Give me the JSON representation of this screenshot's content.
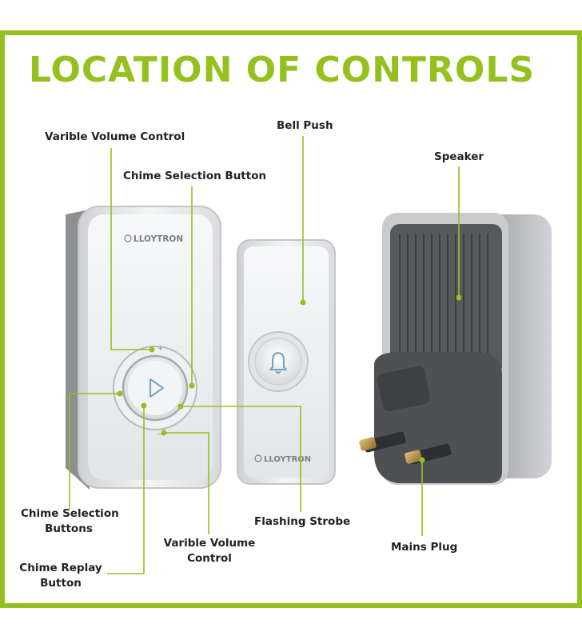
{
  "title": "LOCATION OF CONTROLS",
  "colors": {
    "accent": "#95c11f",
    "unit_body": "#e9eaec",
    "speaker_grille": "#5a5b5e",
    "plug_pins": "#b08d3c"
  },
  "brand": {
    "chime_logo": "LLOYTRON",
    "push_logo": "LLOYTRON"
  },
  "icons": {
    "replay": "play-triangle-icon",
    "bell": "bell-icon"
  },
  "labels": {
    "volume_top": "Varible Volume Control",
    "chime_selection_button": "Chime Selection Button",
    "bell_push": "Bell Push",
    "speaker": "Speaker",
    "chime_selection_buttons_line1": "Chime Selection",
    "chime_selection_buttons_line2": "Buttons",
    "flashing_strobe": "Flashing Strobe",
    "volume_bottom_line1": "Varible Volume",
    "volume_bottom_line2": "Control",
    "mains_plug": "Mains Plug",
    "chime_replay_line1": "Chime Replay",
    "chime_replay_line2": "Button"
  }
}
